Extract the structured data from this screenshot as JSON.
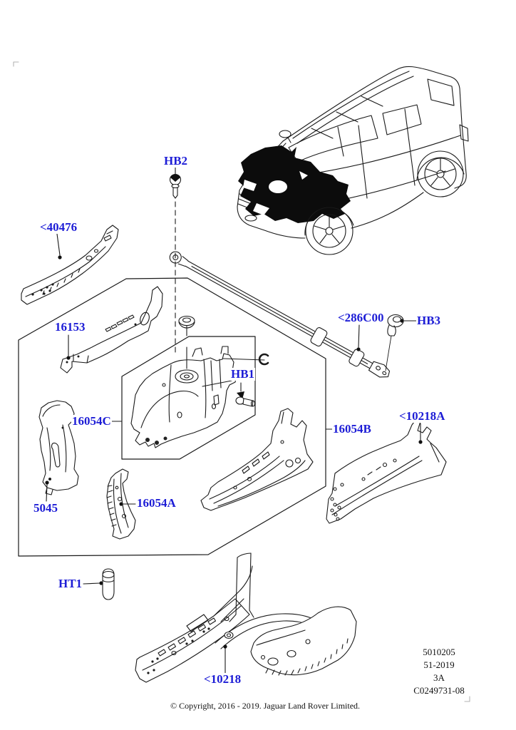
{
  "diagram": {
    "title_hint": "front body panels exploded parts diagram",
    "callouts": [
      {
        "id": "hb2",
        "text": "HB2"
      },
      {
        "id": "40476",
        "text": "<40476"
      },
      {
        "id": "16153",
        "text": "16153"
      },
      {
        "id": "16054c",
        "text": "16054C"
      },
      {
        "id": "hb1",
        "text": "HB1"
      },
      {
        "id": "286c00",
        "text": "<286C00"
      },
      {
        "id": "hb3",
        "text": "HB3"
      },
      {
        "id": "16054b",
        "text": "16054B"
      },
      {
        "id": "10218a",
        "text": "<10218A"
      },
      {
        "id": "5045",
        "text": "5045"
      },
      {
        "id": "16054a",
        "text": "16054A"
      },
      {
        "id": "ht1",
        "text": "HT1"
      },
      {
        "id": "10218",
        "text": "<10218"
      }
    ],
    "footer_block": {
      "lines": [
        "5010205",
        "51-2019",
        "3A",
        "C0249731-08"
      ]
    },
    "copyright": "© Copyright, 2016 - 2019. Jaguar Land Rover Limited.",
    "colors": {
      "callout_blue": "#1d1dd6",
      "ink": "#1a1a1a",
      "highlight_fill": "#0c0c0c"
    }
  }
}
